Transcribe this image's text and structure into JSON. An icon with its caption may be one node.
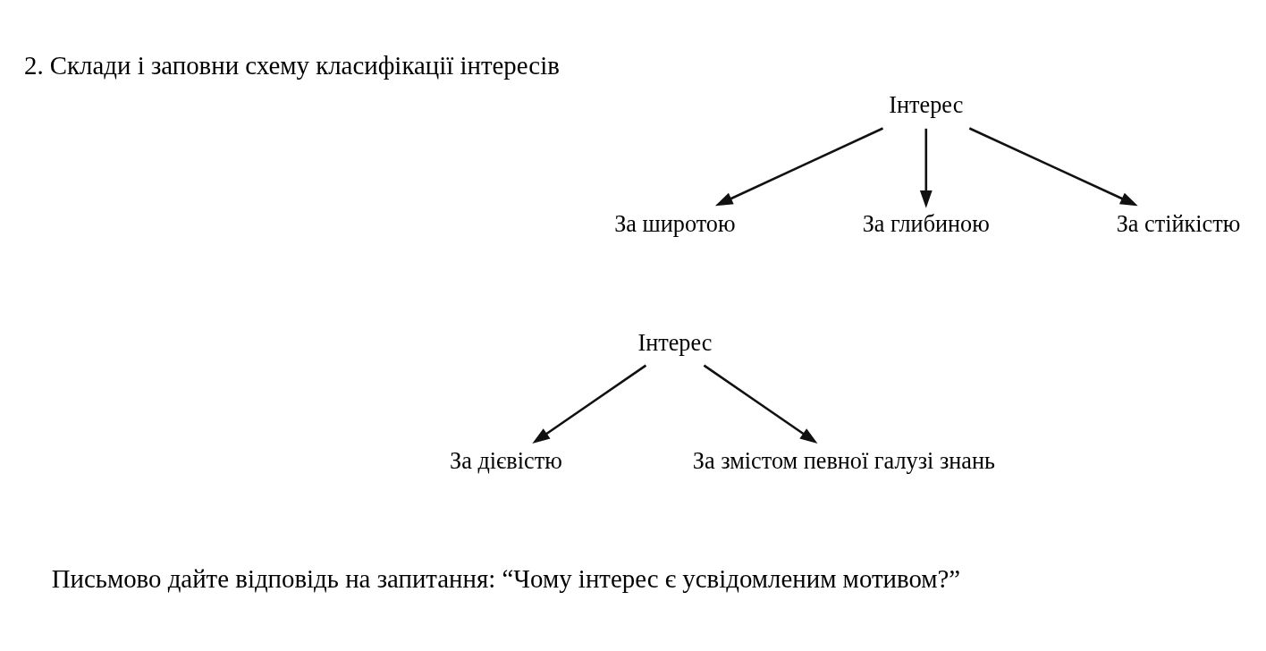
{
  "diagram": {
    "title": "2. Склади і заповни схему класифікації інтересів",
    "caption": "Письмово дайте відповідь на запитання: “Чому інтерес є усвідомленим мотивом?”",
    "nodes": [
      {
        "text": [
          "Інтерес"
        ]
      },
      {
        "text": [
          "За широтою"
        ]
      },
      {
        "text": [
          "За глибиною"
        ]
      },
      {
        "text": [
          "За стійкістю"
        ]
      },
      {
        "text": [
          "Інтерес"
        ]
      },
      {
        "text": [
          "За дієвістю"
        ]
      },
      {
        "text": [
          "За змістом певної галузі знань"
        ]
      }
    ],
    "edges": [
      {
        "from": 0,
        "to": 1,
        "arrow": "to"
      },
      {
        "from": 0,
        "to": 2,
        "arrow": "to"
      },
      {
        "from": 0,
        "to": 3,
        "arrow": "to"
      },
      {
        "from": 4,
        "to": 5,
        "arrow": "to"
      },
      {
        "from": 4,
        "to": 6,
        "arrow": "to"
      }
    ]
  }
}
